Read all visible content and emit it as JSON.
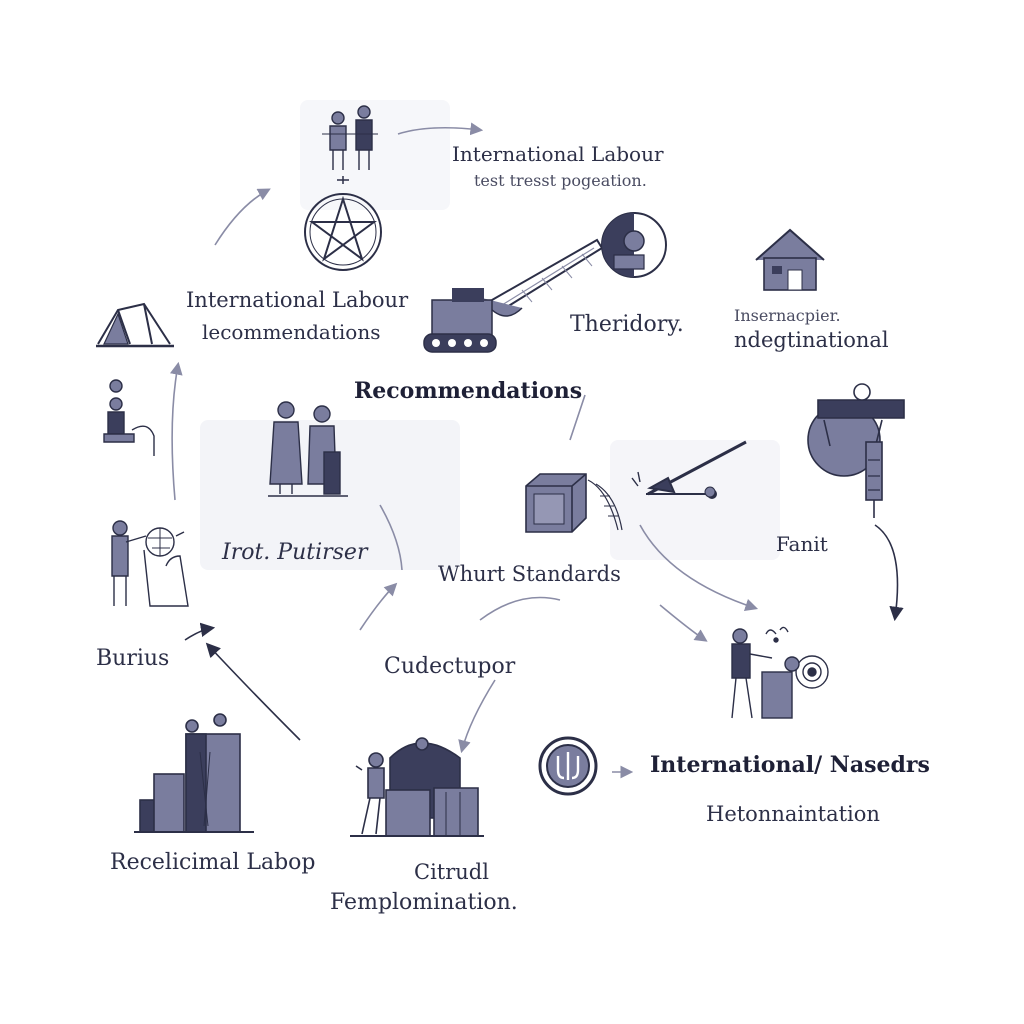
{
  "colors": {
    "ink": "#2c2f47",
    "fill": "#7a7d9e",
    "fill_dark": "#3b3e5c",
    "line": "#8a8ca6",
    "shade": "#eeeff5",
    "background": "#ffffff"
  },
  "labels": {
    "top_title": "International Labour",
    "top_subtitle": "test tresst pogeation.",
    "left_title_1": "International Labour",
    "left_title_2": "lecommendations",
    "theridory": "Theridory.",
    "right_top_1": "Insernacpier.",
    "right_top_2": "ndegtinational",
    "center_heading": "Recommendations",
    "irot": "Irot. Putirser",
    "whurt": "Whurt Standards",
    "fanit": "Fanit",
    "burius": "Burius",
    "cudectupor": "Cudectupor",
    "intl_nasedrs": "International/ Nasedrs",
    "hetonnaintation": "Hetonnaintation",
    "recelicimal": "Recelicimal Labop",
    "citrudl": "Citrudl",
    "femplomination": "Femplomination."
  },
  "icons": [
    "two-people-icon",
    "star-globe-icon",
    "crane-icon",
    "gear-badge-icon",
    "house-icon",
    "tent-icon",
    "worker-desk-icon",
    "couple-icon",
    "crate-icon",
    "conveyor-icon",
    "globe-pipe-icon",
    "presenter-icon",
    "worker-machine-icon",
    "factory-icon",
    "workshop-icon",
    "seal-icon"
  ]
}
